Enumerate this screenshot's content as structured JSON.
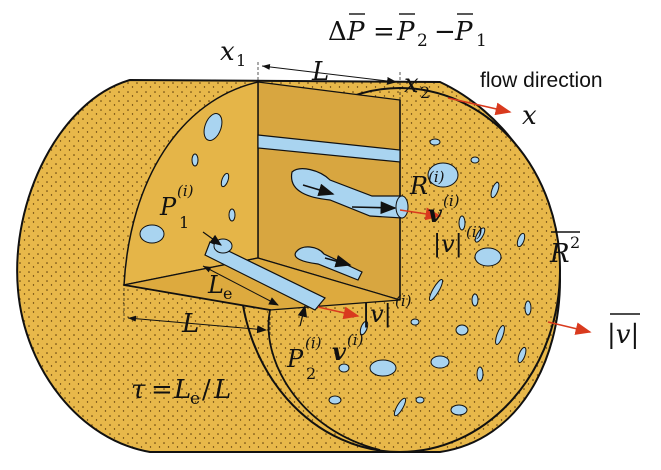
{
  "equation": {
    "delta": "Δ",
    "p": "P",
    "eq": "=",
    "minus": "−",
    "sub2": "2",
    "sub1": "1"
  },
  "x1": {
    "var": "x",
    "sub": "1"
  },
  "x2": {
    "var": "x",
    "sub": "2"
  },
  "L_top": "L",
  "L_left": "L",
  "flow": {
    "text": "flow direction",
    "axis": "x"
  },
  "R_i": {
    "var": "R",
    "sup": "(i)"
  },
  "v_i": {
    "var": "v",
    "sup": "(i)"
  },
  "absv_right": {
    "bars": "|v|",
    "sup": "(i)"
  },
  "R2_mean": {
    "var": "R",
    "sup": "2"
  },
  "v_mean": {
    "bars": "|v|"
  },
  "P1_i": {
    "var": "P",
    "sup": "(i)",
    "sub": "1"
  },
  "Le": {
    "var": "L",
    "sub": "e"
  },
  "absv_center": {
    "bars": "|v|",
    "sup": "(i)"
  },
  "P2_i": {
    "var": "P",
    "sup": "(i)",
    "sub": "2"
  },
  "v_small": {
    "var": "v",
    "sup": "(i)"
  },
  "tortuosity": {
    "tau": "τ",
    "eq": "=",
    "L": "L",
    "e": "e",
    "slash": "/",
    "L2": "L"
  },
  "colors": {
    "sand": "#E8B84A",
    "sand_dark": "#C8962C",
    "pore": "#A9D4F0",
    "edge": "#111111",
    "arrow_red": "#D93A1E"
  }
}
